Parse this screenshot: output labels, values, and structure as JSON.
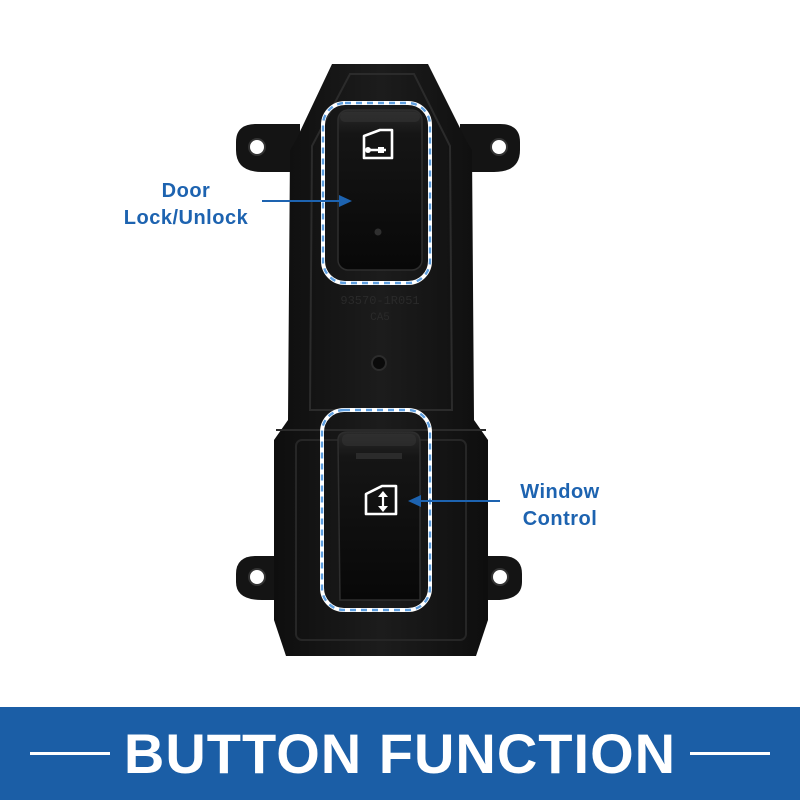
{
  "colors": {
    "accent": "#1d63b0",
    "banner": "#1b5ea6",
    "housing": "#151515",
    "button": "#0d0d0d",
    "dash_outline": "#7fb3e8"
  },
  "callouts": {
    "door": {
      "line1": "Door",
      "line2": "Lock/Unlock"
    },
    "window": {
      "line1": "Window",
      "line2": "Control"
    }
  },
  "product": {
    "part_code": "93570-1R051",
    "mark": "CA5"
  },
  "icons": {
    "door_button": "door-lock-icon",
    "window_button": "window-updown-icon"
  },
  "footer": {
    "title": "BUTTON FUNCTION"
  }
}
